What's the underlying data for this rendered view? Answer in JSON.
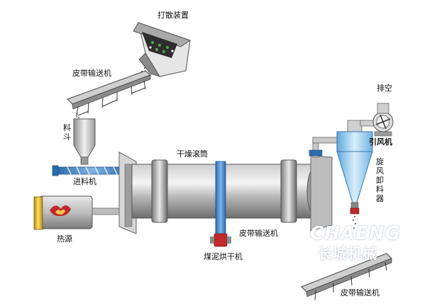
{
  "labels": {
    "scatter_device": "打散装置",
    "belt_conveyor_top": "皮带输送机",
    "hopper": "料斗",
    "feeder": "进料机",
    "heat_source": "热源",
    "drum": "干燥滚筒",
    "belt_conveyor_mid": "皮带输送机",
    "dryer_title": "煤泥烘干机",
    "exhaust": "排空",
    "induced_fan": "引风机",
    "cyclone": "旋风卸料器",
    "belt_conveyor_bottom": "皮带输送机"
  },
  "watermark": {
    "latin": "CHAENG",
    "cjk": "长城机械"
  },
  "colors": {
    "steel_light": "#dcdcdc",
    "steel_mid": "#a0a0a0",
    "steel_dark": "#5a5a5a",
    "blue": "#3f82c8",
    "cyclone_blue": "#9fd1ef",
    "red": "#c0282a"
  }
}
